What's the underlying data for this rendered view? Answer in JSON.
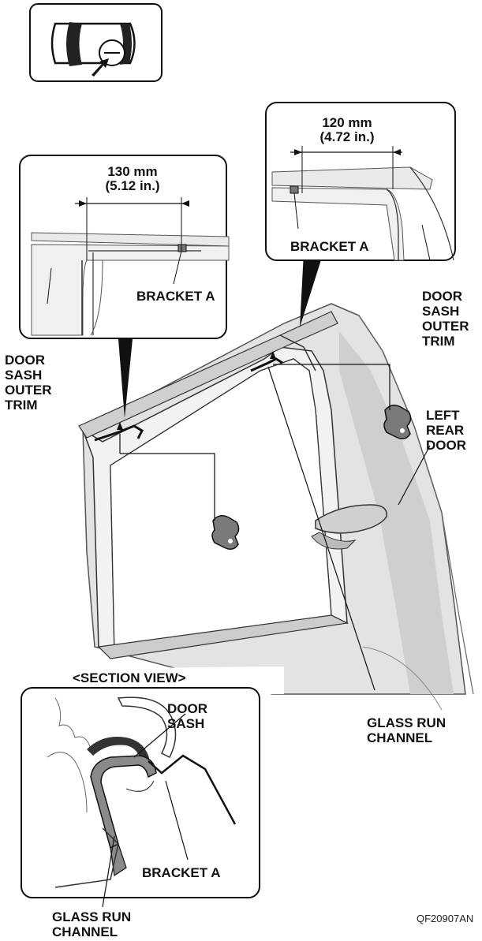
{
  "inset_right": {
    "dimension_mm": "120 mm",
    "dimension_in": "(4.72 in.)",
    "bracket_label": "BRACKET A",
    "trim_label": "DOOR\nSASH\nOUTER\nTRIM"
  },
  "inset_left": {
    "dimension_mm": "130 mm",
    "dimension_in": "(5.12 in.)",
    "bracket_label": "BRACKET A",
    "trim_label": "DOOR\nSASH\nOUTER\nTRIM"
  },
  "door_label": "LEFT\nREAR\nDOOR",
  "glass_run_label": "GLASS RUN\nCHANNEL",
  "section": {
    "title": "<SECTION VIEW>",
    "door_sash_label": "DOOR\nSASH",
    "bracket_label": "BRACKET A",
    "glass_run_label": "GLASS RUN\nCHANNEL"
  },
  "figure_code": "QF20907AN",
  "colors": {
    "door_fill": "#dcdcdc",
    "door_shade": "#c4c4c4",
    "part_fill": "#8a8a8a",
    "outline": "#111111"
  },
  "icons": {
    "location_icon": "vehicle-top-view-icon"
  }
}
